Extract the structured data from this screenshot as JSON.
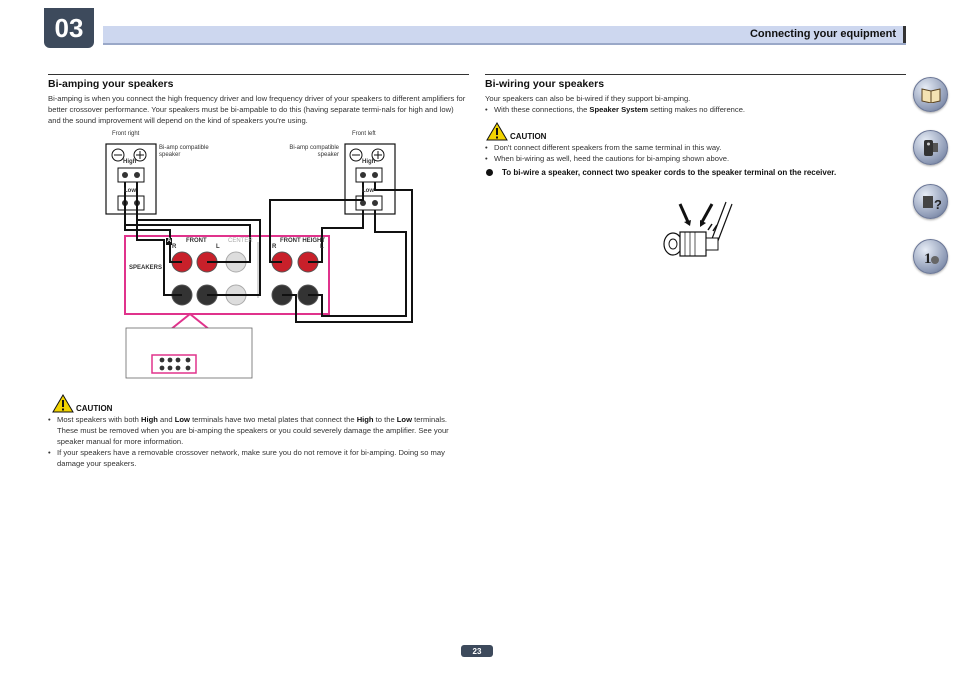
{
  "header": {
    "chapter": "03",
    "title": "Connecting your equipment"
  },
  "left": {
    "heading": "Bi-amping your speakers",
    "intro": "Bi-amping is when you connect the high frequency driver and low frequency driver of your speakers to different amplifiers for better crossover performance. Your speakers must be bi-ampable to do this (having separate termi-nals for high and low) and the sound improvement will depend on the kind of speakers you're using.",
    "diagram": {
      "front_right": "Front right",
      "front_left": "Front left",
      "biamp_left": "Bi-amp compatible speaker",
      "biamp_right": "Bi-amp compatible speaker",
      "high": "High",
      "low": "Low",
      "front": "FRONT",
      "center": "CENTER",
      "front_height": "FRONT HEIGHT",
      "speakers": "SPEAKERS",
      "r": "R",
      "l": "L",
      "a": "A"
    },
    "caution": {
      "label": "CAUTION",
      "b1_p1": "Most speakers with both ",
      "b1_high": "High",
      "b1_p2": " and ",
      "b1_low": "Low",
      "b1_p3": " terminals have two metal plates that connect the ",
      "b1_high2": "High",
      "b1_p4": " to the ",
      "b1_low2": "Low",
      "b1_p5": " terminals. These must be removed when you are bi-amping the speakers or you could severely damage the amplifier. See your speaker manual for more information.",
      "b2": "If your speakers have a removable crossover network, make sure you do not remove it for bi-amping. Doing so may damage your speakers."
    }
  },
  "right": {
    "heading": "Bi-wiring your speakers",
    "intro": "Your speakers can also be bi-wired if they support bi-amping.",
    "b1_p1": "With these connections, the ",
    "b1_bold": "Speaker System",
    "b1_p2": " setting makes no difference.",
    "caution_label": "CAUTION",
    "c1": "Don't connect different speakers from the same terminal in this way.",
    "c2": "When bi-wiring as well, heed the cautions for bi-amping shown above.",
    "instruction": "To bi-wire a speaker, connect two speaker cords to the speaker terminal on the receiver."
  },
  "side_icons": [
    "book-icon",
    "remote-icon",
    "question-icon",
    "info-icon"
  ],
  "page_number": "23",
  "colors": {
    "accent": "#cdd7ef",
    "badge": "#3d4a5c",
    "pink": "#e0338c",
    "warning": "#f2d400"
  }
}
